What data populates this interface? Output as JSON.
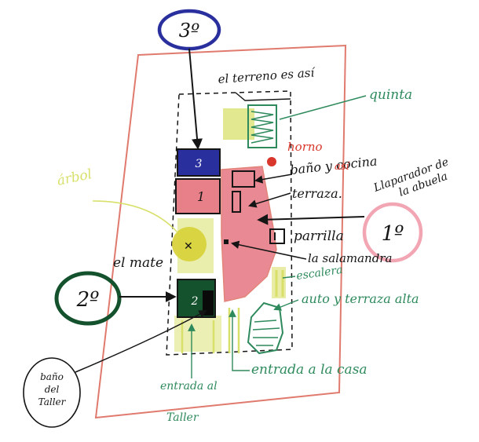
{
  "labels": {
    "terreno": "el terreno es así",
    "quinta": "quinta",
    "horno": "horno",
    "bano_cocina": "baño y cocina",
    "asi": "así",
    "terraza": "terraza.",
    "llaparador": "Llaparador de",
    "la_abuela": "la abuela",
    "arbol": "árbol",
    "parrilla": "parrilla",
    "el_mate": "el mate",
    "salamandra": "la salamandra",
    "escalera": "escalera",
    "auto_terraza": "auto y terraza alta",
    "entrada_casa": "entrada a la casa",
    "entrada_al": "entrada al",
    "taller": "Taller",
    "bano_del_taller": [
      "baño",
      "del",
      "Taller"
    ]
  },
  "markers": {
    "tercero": "3º",
    "primero": "1º",
    "segundo": "2º",
    "box_3": "3",
    "box_1": "1",
    "box_2": "2"
  },
  "colors": {
    "red_outline": "#e07a6e",
    "pink_fill": "#e8808a",
    "pink_circle": "#f2a6b4",
    "navy": "#2a2f9e",
    "green": "#2e8a5c",
    "dark_green": "#14522e",
    "yellow_green": "#d8e06a",
    "ink": "#151515",
    "horno_red": "#d9372b"
  }
}
